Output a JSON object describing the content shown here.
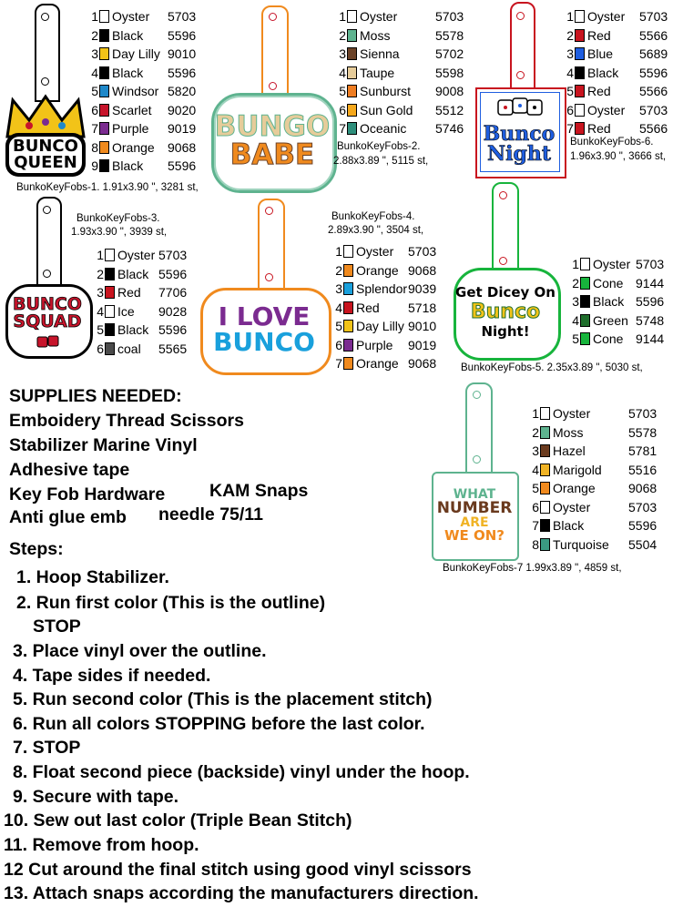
{
  "palette": {
    "Oyster": "#ffffff",
    "Black": "#000000",
    "Day Lilly": "#f2c318",
    "Windsor": "#1e88c9",
    "Scarlet": "#c7142b",
    "Purple": "#7b2b90",
    "Orange": "#f08a1e",
    "Moss": "#5eb38f",
    "Sienna": "#6b4228",
    "Taupe": "#e6cc9a",
    "Sunburst": "#ef7d22",
    "Sun Gold": "#f5a81c",
    "Oceanic": "#2e8f7c",
    "Red": "#c8141f",
    "Blue": "#1f5ee0",
    "Splendor": "#19a0dc",
    "Cone": "#17b43c",
    "Green": "#1f6e2c",
    "Ice": "#ffffff",
    "coal": "#4a4a4a",
    "Hazel": "#6a3a1e",
    "Marigold": "#f0b325",
    "Turquoise": "#3a9a82"
  },
  "designs": [
    {
      "id": "fob1",
      "art": [
        "BUNCO",
        "QUEEN"
      ],
      "caption": "BunkoKeyFobs-1. 1.91x3.90 \", 3281 st,",
      "colors": [
        {
          "n": "1",
          "name": "Oyster",
          "code": "5703"
        },
        {
          "n": "2",
          "name": "Black",
          "code": "5596"
        },
        {
          "n": "3",
          "name": "Day Lilly",
          "code": "9010"
        },
        {
          "n": "4",
          "name": "Black",
          "code": "5596"
        },
        {
          "n": "5",
          "name": "Windsor",
          "code": "5820"
        },
        {
          "n": "6",
          "name": "Scarlet",
          "code": "9020"
        },
        {
          "n": "7",
          "name": "Purple",
          "code": "9019"
        },
        {
          "n": "8",
          "name": "Orange",
          "code": "9068"
        },
        {
          "n": "9",
          "name": "Black",
          "code": "5596"
        }
      ]
    },
    {
      "id": "fob2",
      "art": [
        "BUNGO",
        "BABE"
      ],
      "caption": "BunkoKeyFobs-2.",
      "caption2": "2.88x3.89 \", 5115 st,",
      "colors": [
        {
          "n": "1",
          "name": "Oyster",
          "code": "5703"
        },
        {
          "n": "2",
          "name": "Moss",
          "code": "5578"
        },
        {
          "n": "3",
          "name": "Sienna",
          "code": "5702"
        },
        {
          "n": "4",
          "name": "Taupe",
          "code": "5598"
        },
        {
          "n": "5",
          "name": "Sunburst",
          "code": "9008"
        },
        {
          "n": "6",
          "name": "Sun Gold",
          "code": "5512"
        },
        {
          "n": "7",
          "name": "Oceanic",
          "code": "5746"
        }
      ]
    },
    {
      "id": "fob6",
      "art": [
        "Bunco",
        "Night"
      ],
      "caption": "BunkoKeyFobs-6.",
      "caption2": "1.96x3.90 \", 3666 st,",
      "colors": [
        {
          "n": "1",
          "name": "Oyster",
          "code": "5703"
        },
        {
          "n": "2",
          "name": "Red",
          "code": "5566"
        },
        {
          "n": "3",
          "name": "Blue",
          "code": "5689"
        },
        {
          "n": "4",
          "name": "Black",
          "code": "5596"
        },
        {
          "n": "5",
          "name": "Red",
          "code": "5566"
        },
        {
          "n": "6",
          "name": "Oyster",
          "code": "5703"
        },
        {
          "n": "7",
          "name": "Red",
          "code": "5566"
        }
      ]
    },
    {
      "id": "fob3",
      "art": [
        "BUNCO",
        "SQUAD"
      ],
      "caption": "BunkoKeyFobs-3.",
      "caption2": "1.93x3.90 \", 3939 st,",
      "colors": [
        {
          "n": "1",
          "name": "Oyster",
          "code": "5703"
        },
        {
          "n": "2",
          "name": "Black",
          "code": "5596"
        },
        {
          "n": "3",
          "name": "Red",
          "code": "7706"
        },
        {
          "n": "4",
          "name": "Ice",
          "code": "9028"
        },
        {
          "n": "5",
          "name": "Black",
          "code": "5596"
        },
        {
          "n": "6",
          "name": "coal",
          "code": "5565"
        }
      ]
    },
    {
      "id": "fob4",
      "art": [
        "I LOVE",
        "BUNCO"
      ],
      "caption": "BunkoKeyFobs-4.",
      "caption2": "2.89x3.90 \", 3504 st,",
      "colors": [
        {
          "n": "1",
          "name": "Oyster",
          "code": "5703"
        },
        {
          "n": "2",
          "name": "Orange",
          "code": "9068"
        },
        {
          "n": "3",
          "name": "Splendor",
          "code": "9039"
        },
        {
          "n": "4",
          "name": "Red",
          "code": "5718"
        },
        {
          "n": "5",
          "name": "Day Lilly",
          "code": "9010"
        },
        {
          "n": "6",
          "name": "Purple",
          "code": "9019"
        },
        {
          "n": "7",
          "name": "Orange",
          "code": "9068"
        }
      ]
    },
    {
      "id": "fob5",
      "art": [
        "Get Dicey On",
        "Bunco",
        "Night!"
      ],
      "caption": "BunkoKeyFobs-5. 2.35x3.89 \", 5030 st,",
      "colors": [
        {
          "n": "1",
          "name": "Oyster",
          "code": "5703"
        },
        {
          "n": "2",
          "name": "Cone",
          "code": "9144"
        },
        {
          "n": "3",
          "name": "Black",
          "code": "5596"
        },
        {
          "n": "4",
          "name": "Green",
          "code": "5748"
        },
        {
          "n": "5",
          "name": "Cone",
          "code": "9144"
        }
      ]
    },
    {
      "id": "fob7",
      "art": [
        "WHAT",
        "NUMBER",
        "ARE",
        "WE ON?"
      ],
      "caption": "BunkoKeyFobs-7 1.99x3.89 \", 4859 st,",
      "colors": [
        {
          "n": "1",
          "name": "Oyster",
          "code": "5703"
        },
        {
          "n": "2",
          "name": "Moss",
          "code": "5578"
        },
        {
          "n": "3",
          "name": "Hazel",
          "code": "5781"
        },
        {
          "n": "4",
          "name": "Marigold",
          "code": "5516"
        },
        {
          "n": "5",
          "name": "Orange",
          "code": "9068"
        },
        {
          "n": "6",
          "name": "Oyster",
          "code": "5703"
        },
        {
          "n": "7",
          "name": "Black",
          "code": "5596"
        },
        {
          "n": "8",
          "name": "Turquoise",
          "code": "5504"
        }
      ]
    }
  ],
  "supplies": {
    "heading": "SUPPLIES NEEDED:",
    "lines": [
      "Emboidery Thread  Scissors",
      "Stabilizer    Marine Vinyl",
      "Adhesive tape",
      "Key Fob Hardware",
      "Anti glue emb"
    ],
    "extras": [
      "KAM Snaps",
      "needle 75/11"
    ]
  },
  "steps": {
    "heading": "Steps:",
    "items": [
      "1. Hoop Stabilizer.",
      "2. Run first color  (This is the outline)",
      "STOP",
      "3. Place vinyl over the outline.",
      "4. Tape sides if needed.",
      "5. Run second color (This is the placement stitch)",
      "6. Run all colors STOPPING before the last color.",
      "7. STOP",
      "8. Float second piece (backside) vinyl under the hoop.",
      "9. Secure with tape.",
      "10. Sew out last color (Triple Bean Stitch)",
      "11. Remove from hoop.",
      "12 Cut around the final stitch using good vinyl scissors",
      "13. Attach snaps according the manufacturers direction."
    ]
  }
}
